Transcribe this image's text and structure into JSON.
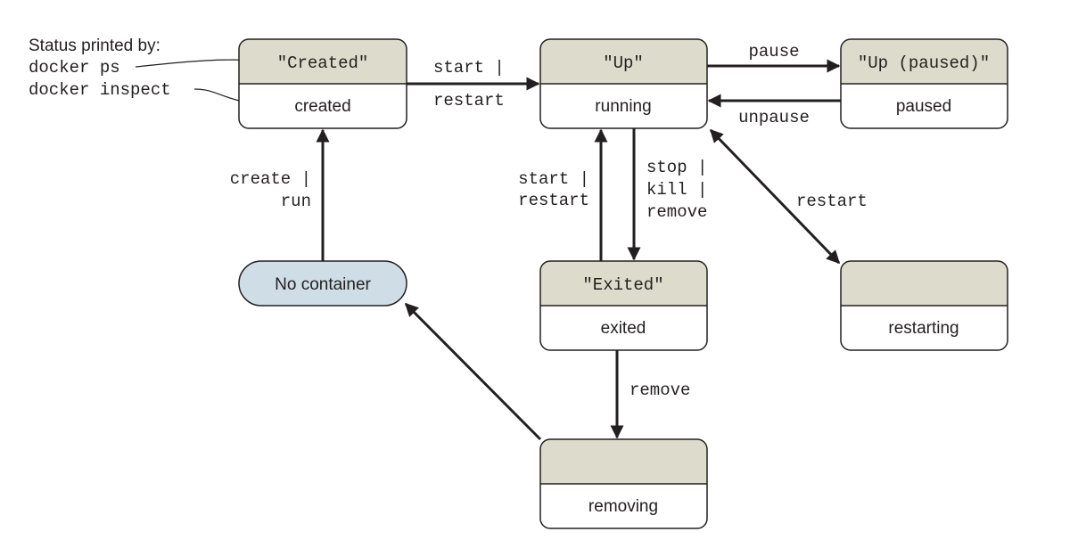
{
  "legend": {
    "title": "Status printed by:",
    "ps": "docker ps",
    "inspect": "docker inspect"
  },
  "states": {
    "created": {
      "status": "\"Created\"",
      "label": "created"
    },
    "running": {
      "status": "\"Up\"",
      "label": "running"
    },
    "paused": {
      "status": "\"Up (paused)\"",
      "label": "paused"
    },
    "exited": {
      "status": "\"Exited\"",
      "label": "exited"
    },
    "restarting": {
      "status": "",
      "label": "restarting"
    },
    "removing": {
      "status": "",
      "label": "removing"
    },
    "no_container": {
      "label": "No container"
    }
  },
  "transitions": {
    "created_to_running": [
      "start |",
      "restart"
    ],
    "running_to_paused": "pause",
    "paused_to_running": "unpause",
    "exited_to_running": [
      "start |",
      "restart"
    ],
    "running_to_exited": [
      "stop |",
      "kill |",
      "remove"
    ],
    "running_restarting": "restart",
    "nocontainer_to_created": [
      "create |",
      "run"
    ],
    "exited_to_removing": "remove"
  },
  "colors": {
    "status_fill": "#dddccc",
    "no_container_fill": "#cfdde6",
    "line": "#231f20"
  }
}
